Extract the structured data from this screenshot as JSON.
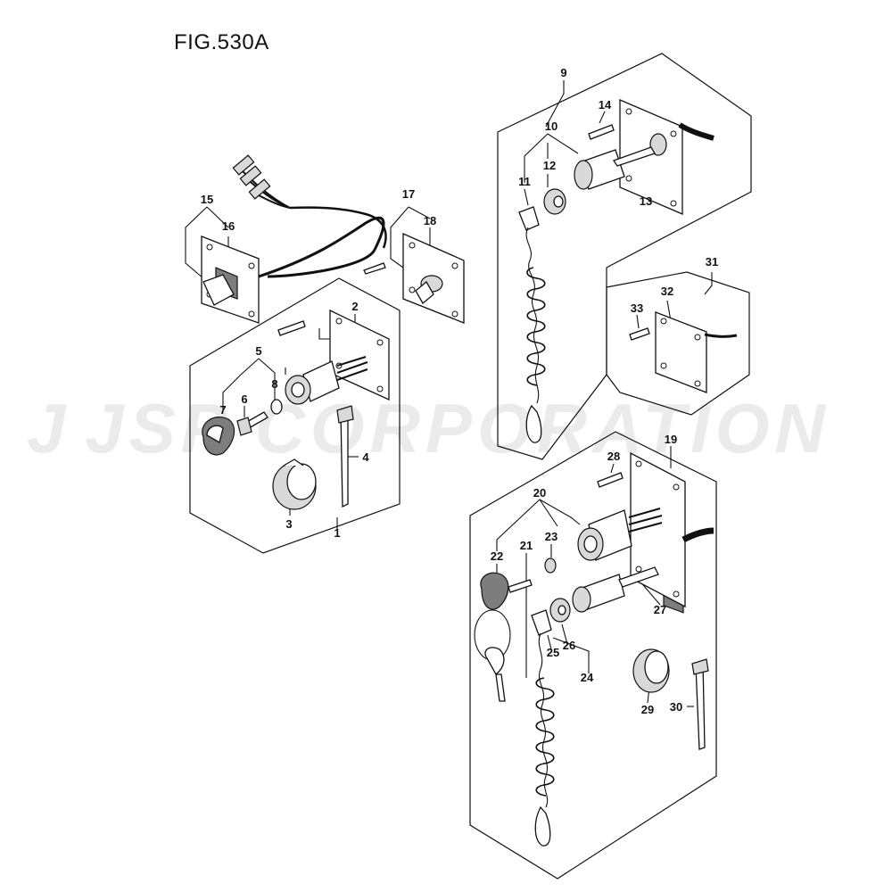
{
  "figure": {
    "title": "FIG.530A"
  },
  "watermark": {
    "text": "JSP CORPORATION",
    "logo_glyph": "J"
  },
  "callouts": [
    {
      "id": "1",
      "label": "1"
    },
    {
      "id": "2",
      "label": "2"
    },
    {
      "id": "3",
      "label": "3"
    },
    {
      "id": "4",
      "label": "4"
    },
    {
      "id": "5",
      "label": "5"
    },
    {
      "id": "6",
      "label": "6"
    },
    {
      "id": "7",
      "label": "7"
    },
    {
      "id": "8",
      "label": "8"
    },
    {
      "id": "9",
      "label": "9"
    },
    {
      "id": "10",
      "label": "10"
    },
    {
      "id": "11",
      "label": "11"
    },
    {
      "id": "12",
      "label": "12"
    },
    {
      "id": "13",
      "label": "13"
    },
    {
      "id": "14",
      "label": "14"
    },
    {
      "id": "15",
      "label": "15"
    },
    {
      "id": "16",
      "label": "16"
    },
    {
      "id": "17",
      "label": "17"
    },
    {
      "id": "18",
      "label": "18"
    },
    {
      "id": "19",
      "label": "19"
    },
    {
      "id": "20",
      "label": "20"
    },
    {
      "id": "21",
      "label": "21"
    },
    {
      "id": "22",
      "label": "22"
    },
    {
      "id": "23",
      "label": "23"
    },
    {
      "id": "24",
      "label": "24"
    },
    {
      "id": "25",
      "label": "25"
    },
    {
      "id": "26",
      "label": "26"
    },
    {
      "id": "27",
      "label": "27"
    },
    {
      "id": "28",
      "label": "28"
    },
    {
      "id": "29",
      "label": "29"
    },
    {
      "id": "30",
      "label": "30"
    },
    {
      "id": "31",
      "label": "31"
    },
    {
      "id": "32",
      "label": "32"
    },
    {
      "id": "33",
      "label": "33"
    }
  ]
}
